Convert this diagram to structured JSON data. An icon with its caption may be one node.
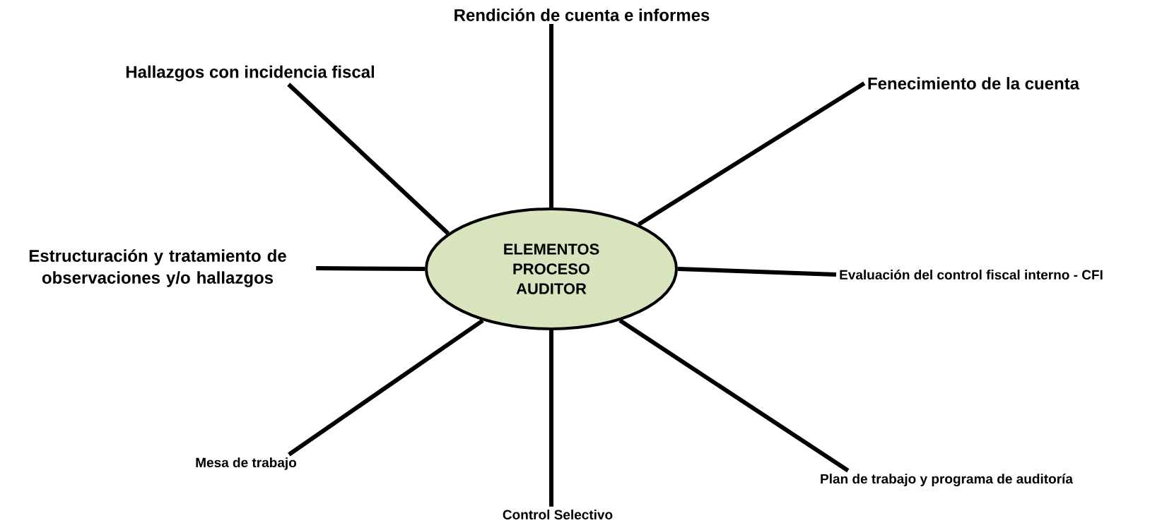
{
  "diagram": {
    "nodes": [
      {
        "text": [
          "ELEMENTOS PROCESO AUDITOR"
        ]
      },
      {
        "text": [
          "Rendición de cuenta e informes"
        ]
      },
      {
        "text": [
          "Hallazgos con incidencia fiscal"
        ]
      },
      {
        "text": [
          "Fenecimiento de la cuenta"
        ]
      },
      {
        "text": [
          "Estructuración y tratamiento de observaciones y/o hallazgos"
        ]
      },
      {
        "text": [
          "Evaluación del control fiscal interno - CFI"
        ]
      },
      {
        "text": [
          "Mesa de trabajo"
        ]
      },
      {
        "text": [
          "Control Selectivo"
        ]
      },
      {
        "text": [
          "Plan de trabajo y programa de auditoría"
        ]
      }
    ],
    "edges": [
      {
        "from": 0,
        "to": 1,
        "arrow": "none"
      },
      {
        "from": 0,
        "to": 2,
        "arrow": "none"
      },
      {
        "from": 0,
        "to": 3,
        "arrow": "none"
      },
      {
        "from": 0,
        "to": 4,
        "arrow": "none"
      },
      {
        "from": 0,
        "to": 5,
        "arrow": "none"
      },
      {
        "from": 0,
        "to": 6,
        "arrow": "none"
      },
      {
        "from": 0,
        "to": 7,
        "arrow": "none"
      },
      {
        "from": 0,
        "to": 8,
        "arrow": "none"
      }
    ]
  }
}
